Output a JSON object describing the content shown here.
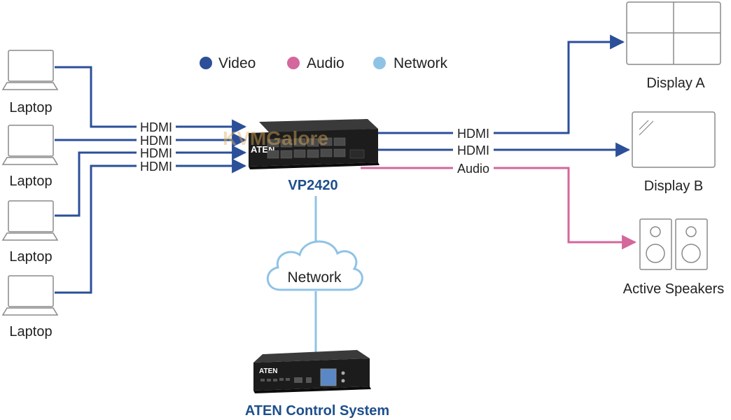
{
  "legend": {
    "video": "Video",
    "audio": "Audio",
    "network": "Network"
  },
  "colors": {
    "video": "#2b4f99",
    "audio": "#d4679c",
    "network": "#8fc3e6"
  },
  "laptops": [
    "Laptop",
    "Laptop",
    "Laptop",
    "Laptop"
  ],
  "input_links": [
    "HDMI",
    "HDMI",
    "HDMI",
    "HDMI"
  ],
  "output_links": {
    "display_a": "HDMI",
    "display_b": "HDMI",
    "speakers": "Audio"
  },
  "switcher": {
    "name": "VP2420",
    "brand": "ATEN",
    "watermark": "KVMGalore"
  },
  "cloud": "Network",
  "control_system": {
    "name": "ATEN Control System",
    "brand": "ATEN"
  },
  "displays": {
    "a": "Display A",
    "b": "Display B"
  },
  "speakers": "Active Speakers"
}
